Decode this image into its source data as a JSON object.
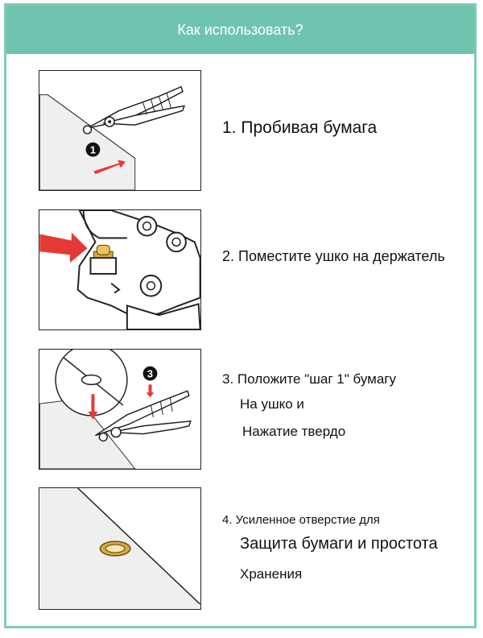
{
  "header": {
    "title": "Как использовать?"
  },
  "steps": [
    {
      "lines": [
        "1. Пробивая бумага"
      ],
      "badge": "1"
    },
    {
      "lines": [
        "2. Поместите ушко на держатель"
      ]
    },
    {
      "lines": [
        "3. Положите \"шаг 1\" бумагу",
        "На ушко и",
        "Нажатие твердо"
      ],
      "badge": "3"
    },
    {
      "lines": [
        "4. Усиленное отверстие для",
        "Защита бумаги и простота",
        "Хранения"
      ]
    }
  ],
  "colors": {
    "accent": "#6fc4b0",
    "border": "#7fcab8",
    "arrow": "#e53935",
    "eyelet": "#d9a93a"
  },
  "icons": [
    "punch-pliers-icon",
    "red-arrow-icon",
    "eyelet-icon",
    "paper-sheet-icon"
  ]
}
